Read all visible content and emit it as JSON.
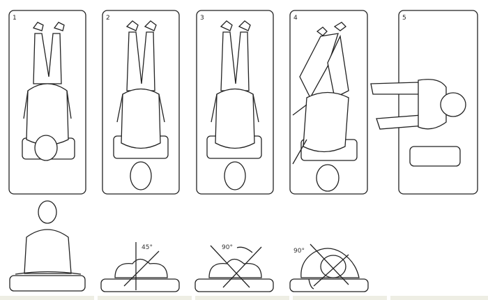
{
  "panels": [
    {
      "label": "1"
    },
    {
      "label": "2"
    },
    {
      "label": "3"
    },
    {
      "label": "4"
    },
    {
      "label": "5"
    }
  ],
  "angles": {
    "step2": "45°",
    "step3": "90°",
    "step4": "90°"
  },
  "colors": {
    "line": "#222222",
    "band": "#eeeee4"
  }
}
